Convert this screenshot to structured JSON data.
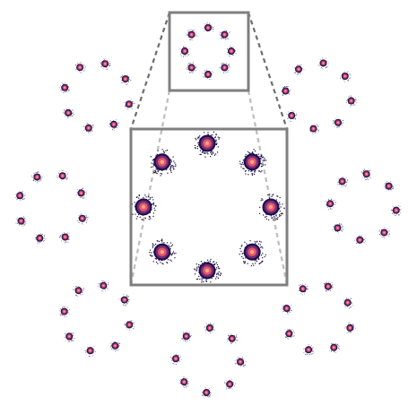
{
  "figure": {
    "kind": "rings-of-blobs-with-zoom-inset",
    "ring_count": 8,
    "blobs_per_ring": 8,
    "colors": {
      "background": "#ffffff",
      "frame": "#7f7f7f",
      "connector_dark": "#6e6e6e",
      "connector_light": "#bdbdbd",
      "blob_outer": "#1d1147",
      "blob_mid": "#7a2a7d",
      "blob_inner": "#e8556a",
      "blob_core": "#fcb07a"
    },
    "colormap": "magma"
  }
}
